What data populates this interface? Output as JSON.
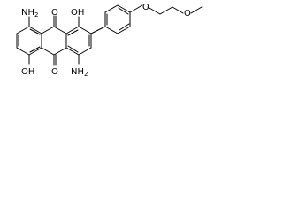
{
  "structure": {
    "name": "",
    "labels": {
      "nh2_top_left": "NH",
      "nh2_top_left_sub": "2",
      "oh_top": "OH",
      "oh_bottom_left": "OH",
      "nh2_bottom": "NH",
      "nh2_bottom_sub": "2",
      "o_top_carbonyl": "O",
      "o_bottom_carbonyl": "O",
      "o_ether_1": "O",
      "o_ether_2": "O"
    }
  }
}
